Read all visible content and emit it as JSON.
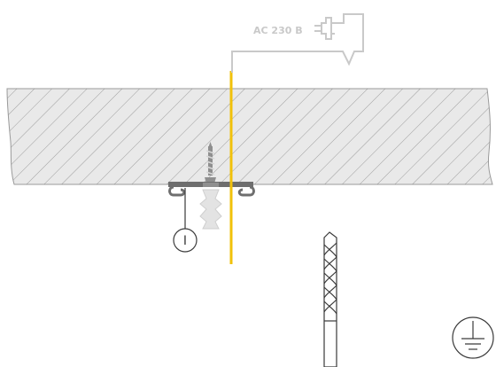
{
  "diagram": {
    "power_label": "AC 230 B",
    "callout_marker": "I",
    "icons": [
      "wall-section",
      "mounting-rail",
      "wood-screw",
      "wall-plug",
      "power-cable",
      "power-plug-icon",
      "drill-bit-icon",
      "ground-symbol-icon"
    ]
  },
  "colors": {
    "wall_fill": "#e9e9e9",
    "wall_hatch": "#8a8a8a",
    "cable": "#f1c10a",
    "plug_line": "#c9c9c9",
    "dark_line": "#3a3a3a",
    "rail": "#6e6e6e"
  }
}
